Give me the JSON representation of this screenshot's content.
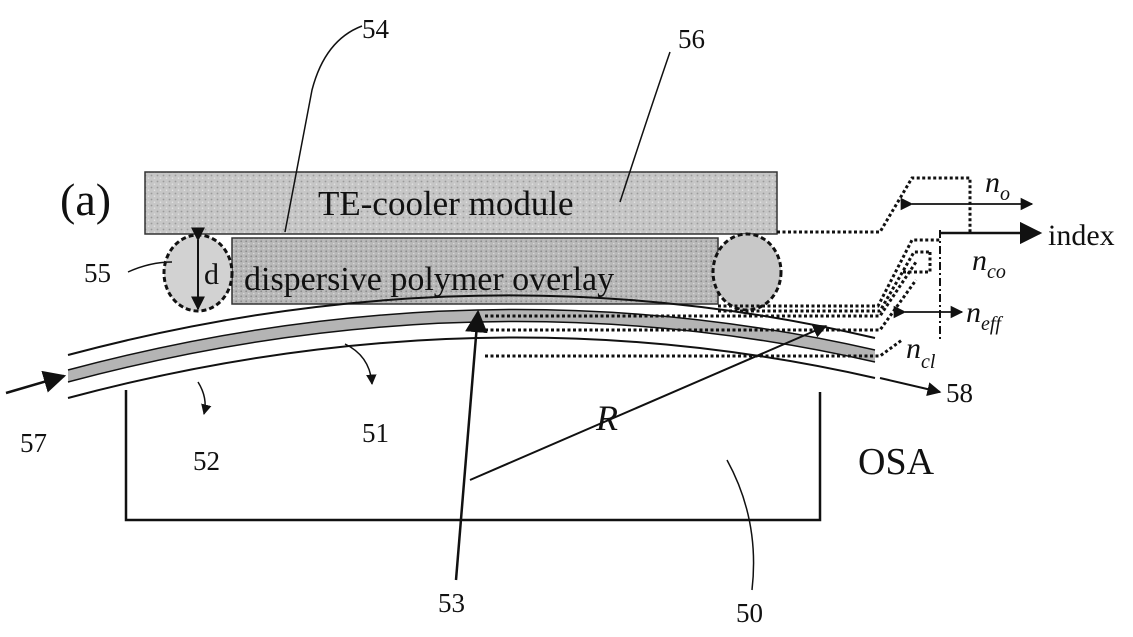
{
  "figure": {
    "panel_label": "(a)",
    "module_label": "TE-cooler module",
    "overlay_label": "dispersive polymer overlay",
    "gap_label": "d",
    "radius_label": "R",
    "osa_label": "OSA",
    "index_label": "index"
  },
  "refs": {
    "r50": "50",
    "r51": "51",
    "r52": "52",
    "r53": "53",
    "r54": "54",
    "r55": "55",
    "r56": "56",
    "r57": "57",
    "r58": "58"
  },
  "index_symbols": {
    "n_o_base": "n",
    "n_o_sub": "o",
    "n_co_base": "n",
    "n_co_sub": "co",
    "n_eff_base": "n",
    "n_eff_sub": "eff",
    "n_cl_base": "n",
    "n_cl_sub": "cl"
  },
  "colors": {
    "ink": "#111111",
    "module_fill": "#c4c4c4",
    "overlay_fill": "#bdbdbd",
    "fiber_core_fill": "#b5b5b5"
  }
}
